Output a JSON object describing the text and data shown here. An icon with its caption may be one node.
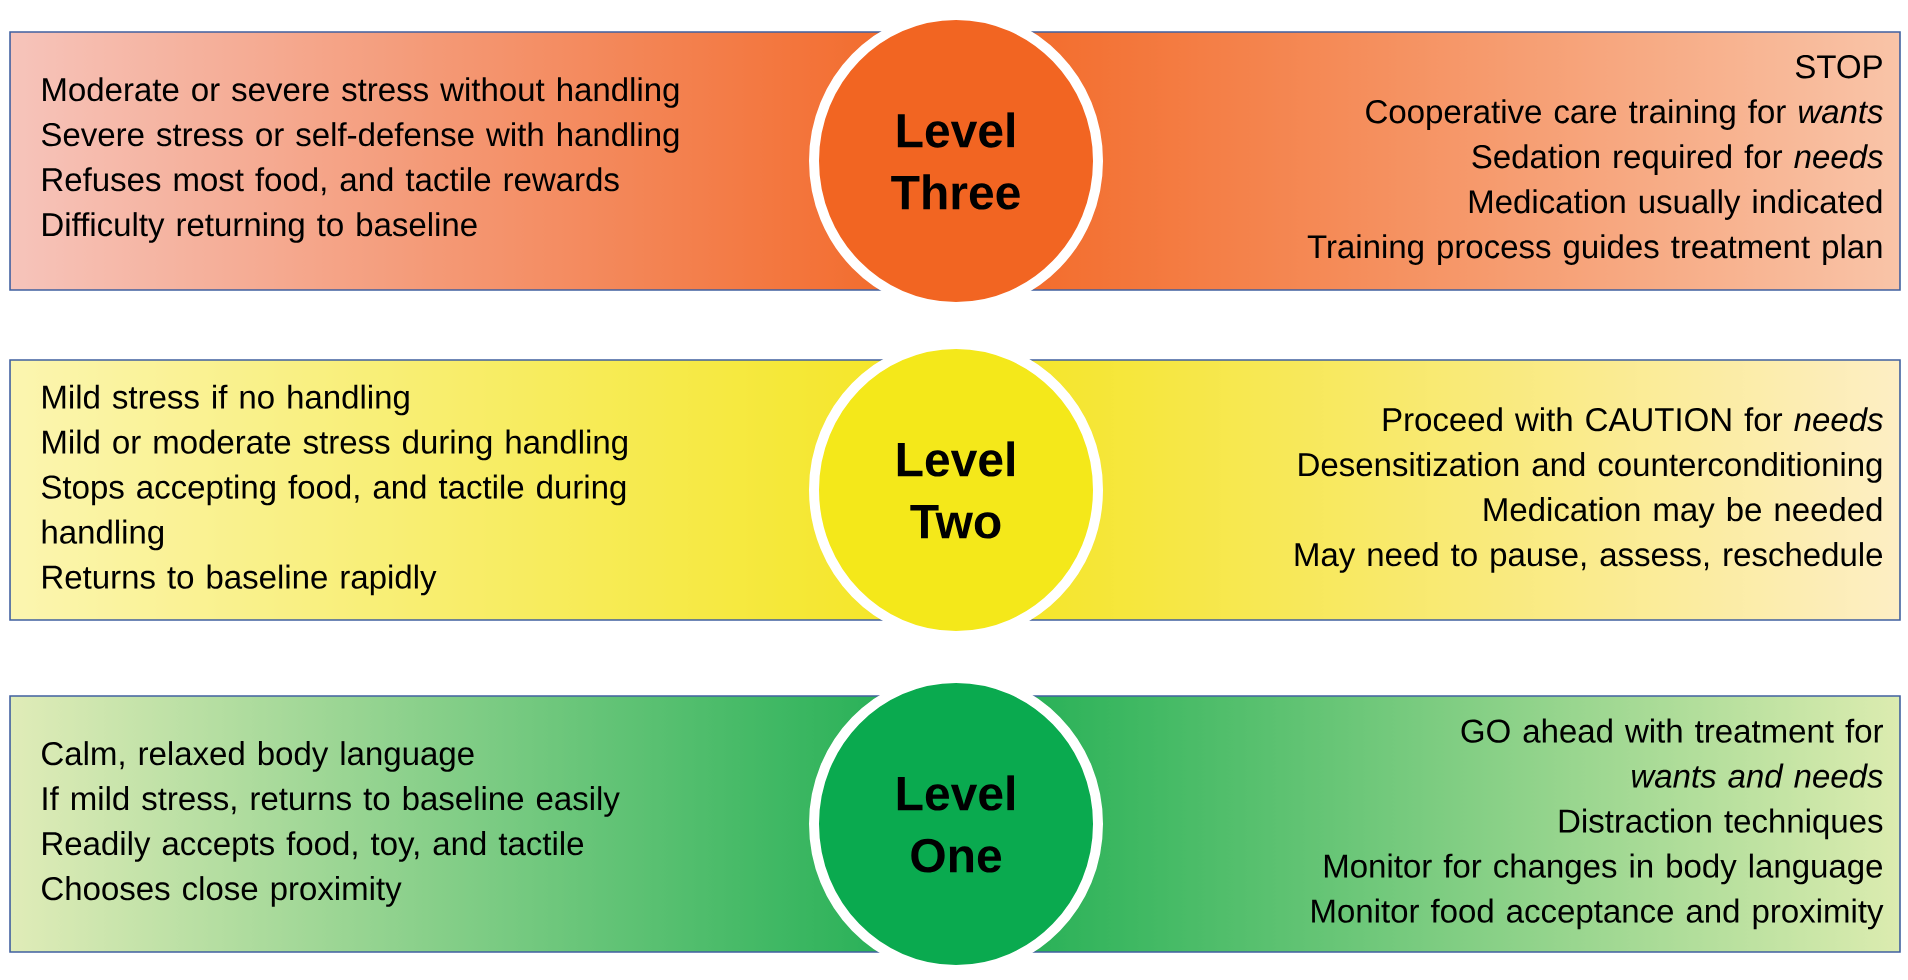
{
  "diagram": {
    "nodes": [
      {
        "text": [
          "Moderate or severe stress without handling",
          "Severe stress or self-defense with handling",
          "Refuses most food, and tactile rewards",
          "Difficulty returning to baseline"
        ]
      },
      {
        "text": [
          "Level Three"
        ]
      },
      {
        "text": [
          "STOP",
          "Cooperative care training for *wants*",
          "Sedation required for *needs*",
          "Medication usually indicated",
          "Training process guides treatment plan"
        ]
      },
      {
        "text": [
          "Mild stress if no handling",
          "Mild or moderate stress during handling",
          "Stops accepting food, and tactile during handling",
          "Returns to baseline rapidly"
        ]
      },
      {
        "text": [
          "Level Two"
        ]
      },
      {
        "text": [
          "Proceed with CAUTION for *needs*",
          "Desensitization and counterconditioning",
          "Medication may be needed",
          "May need to pause, assess, reschedule"
        ]
      },
      {
        "text": [
          "Calm, relaxed body language",
          "If mild stress, returns to baseline easily",
          "Readily accepts food, toy, and tactile",
          "Chooses close proximity"
        ]
      },
      {
        "text": [
          "Level One"
        ]
      },
      {
        "text": [
          "GO ahead with treatment for *wants and needs*",
          "Distraction techniques",
          "Monitor for changes in body language",
          "Monitor food acceptance and proximity"
        ]
      }
    ]
  }
}
